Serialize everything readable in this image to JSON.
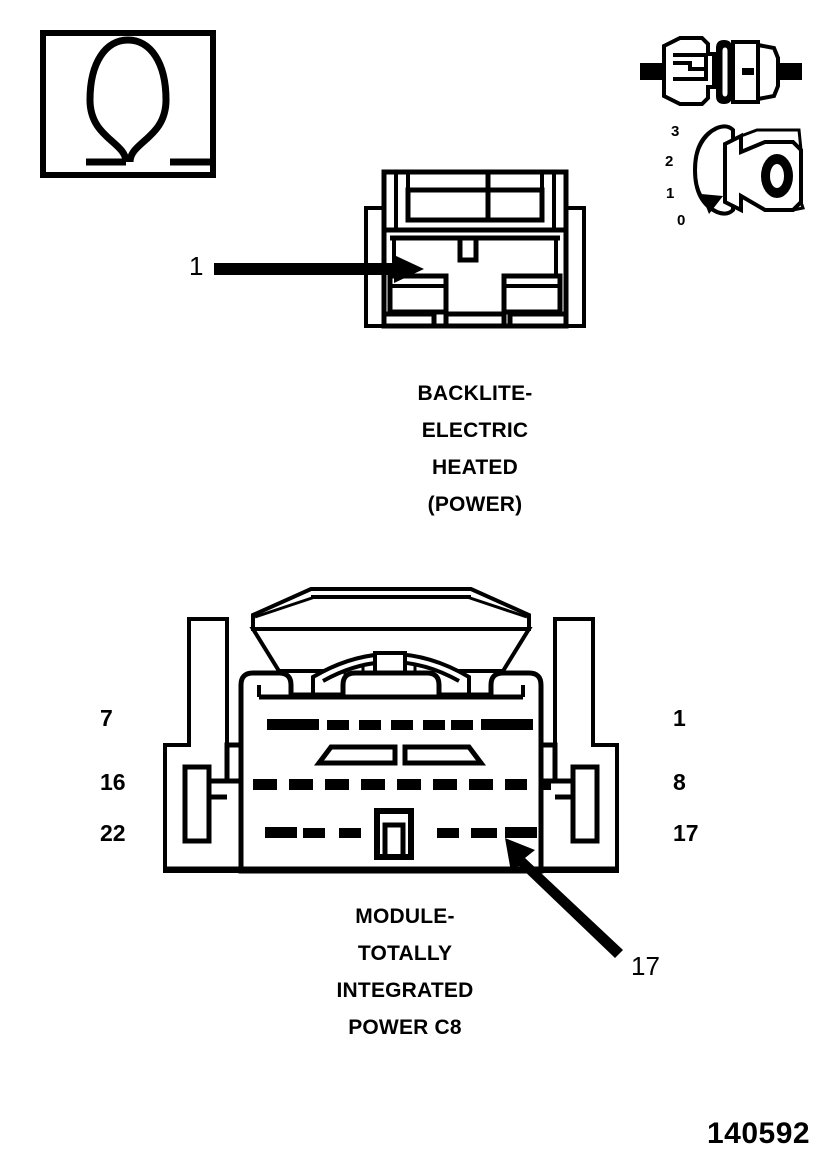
{
  "figure": {
    "number": "140592",
    "type": "automotive-connector-reference-diagram"
  },
  "symbol_box": {
    "name": "ohm-symbol",
    "glyph": "omega",
    "meaning": "resistance-measurement"
  },
  "connector_pair_icon": {
    "name": "mating-connector-halves",
    "left_half": "male-terminal-housing",
    "right_half": "female-boot-housing"
  },
  "scale_gauge": {
    "name": "connector-size-scale",
    "ticks": [
      "3",
      "2",
      "1",
      "0"
    ],
    "body_label": "0"
  },
  "connectors": [
    {
      "id": "backlite",
      "callout": "1",
      "caption_lines": [
        "BACKLITE-",
        "ELECTRIC",
        "HEATED",
        "(POWER)"
      ],
      "cavity_count": 2,
      "arrow": "horizontal-right"
    },
    {
      "id": "tipm-c8",
      "caption_lines": [
        "MODULE-",
        "TOTALLY",
        "INTEGRATED",
        "POWER C8"
      ],
      "callout": "17",
      "arrow": "diagonal-up-left",
      "pin_labels_left": [
        "7",
        "16",
        "22"
      ],
      "pin_labels_right": [
        "1",
        "8",
        "17"
      ],
      "rows": [
        {
          "label_left": "7",
          "label_right": "1",
          "cavities": 7
        },
        {
          "label_left": "16",
          "label_right": "8",
          "cavities": 9
        },
        {
          "label_left": "22",
          "label_right": "17",
          "cavities": 6
        }
      ],
      "total_cavities": 22
    }
  ],
  "colors": {
    "ink": "#000000",
    "paper": "#ffffff"
  }
}
